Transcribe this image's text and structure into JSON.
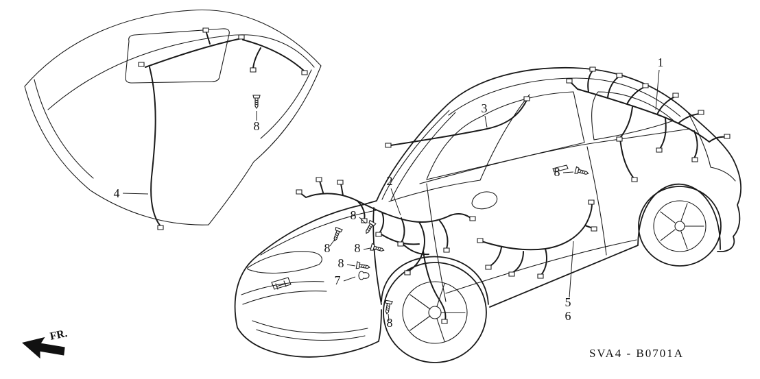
{
  "callouts": [
    {
      "text": "1"
    },
    {
      "text": "2"
    },
    {
      "text": "3"
    },
    {
      "text": "4"
    },
    {
      "text": "5"
    },
    {
      "text": "6"
    },
    {
      "text": "7"
    },
    {
      "text": "8"
    },
    {
      "text": "8"
    },
    {
      "text": "8"
    },
    {
      "text": "8"
    },
    {
      "text": "8"
    },
    {
      "text": "8"
    },
    {
      "text": "8"
    }
  ],
  "labels": {
    "fr": "FR.",
    "diagram_code": "SVA4 - B0701A"
  },
  "colors": {
    "line": "#1a1a1a",
    "background": "#ffffff"
  }
}
